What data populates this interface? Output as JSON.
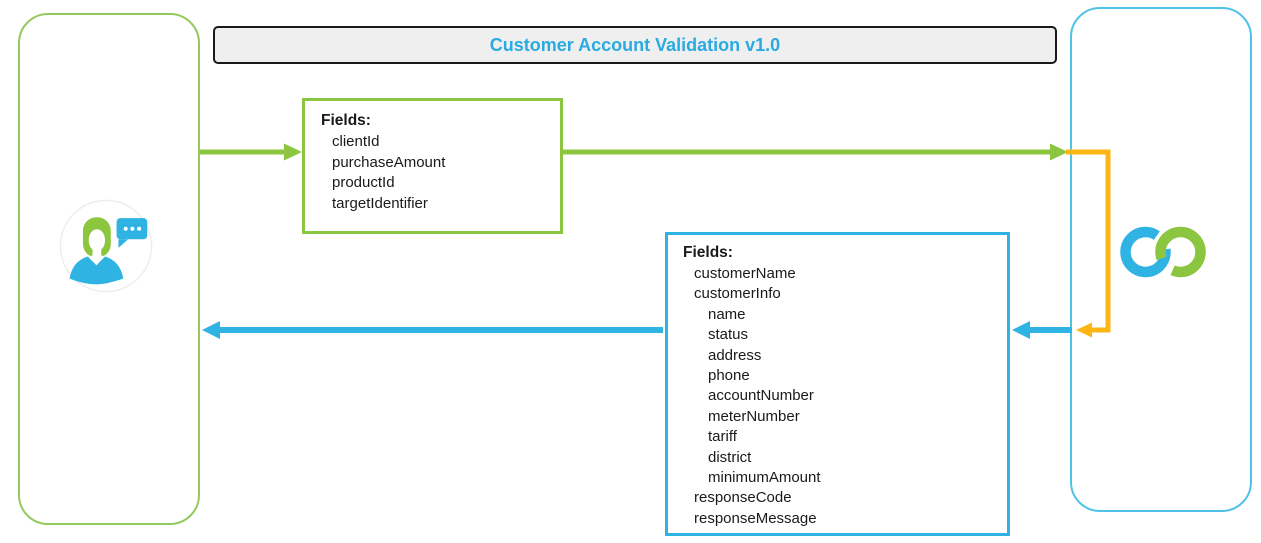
{
  "title": "Customer Account Validation v1.0",
  "colors": {
    "green": "#8CC641",
    "green_light": "#94C95E",
    "blue": "#2FB3E2",
    "blue_light": "#4FC2EA",
    "orange": "#FDB515",
    "title_text": "#29ABE2",
    "title_bar_bg": "#EFEFEF",
    "title_bar_border": "#1A1A1A",
    "icon_hair_green": "#8CC63F",
    "icon_body_blue": "#2FB3E2"
  },
  "icons": {
    "customer": "customer-person-icon",
    "speech_bubble": "speech-bubble-icon",
    "system": "interlocking-rings-icon"
  },
  "request_box": {
    "title": "Fields:",
    "fields": [
      {
        "label": "clientId",
        "indent": 1
      },
      {
        "label": "purchaseAmount",
        "indent": 1
      },
      {
        "label": "productId",
        "indent": 1
      },
      {
        "label": "targetIdentifier",
        "indent": 1
      }
    ]
  },
  "response_box": {
    "title": "Fields:",
    "fields": [
      {
        "label": "customerName",
        "indent": 1
      },
      {
        "label": "customerInfo",
        "indent": 1
      },
      {
        "label": "name",
        "indent": 2
      },
      {
        "label": "status",
        "indent": 2
      },
      {
        "label": "address",
        "indent": 2
      },
      {
        "label": "phone",
        "indent": 2
      },
      {
        "label": "accountNumber",
        "indent": 2
      },
      {
        "label": "meterNumber",
        "indent": 2
      },
      {
        "label": "tariff",
        "indent": 2
      },
      {
        "label": "district",
        "indent": 2
      },
      {
        "label": "minimumAmount",
        "indent": 2
      },
      {
        "label": "responseCode",
        "indent": 1
      },
      {
        "label": "responseMessage",
        "indent": 1
      }
    ]
  }
}
